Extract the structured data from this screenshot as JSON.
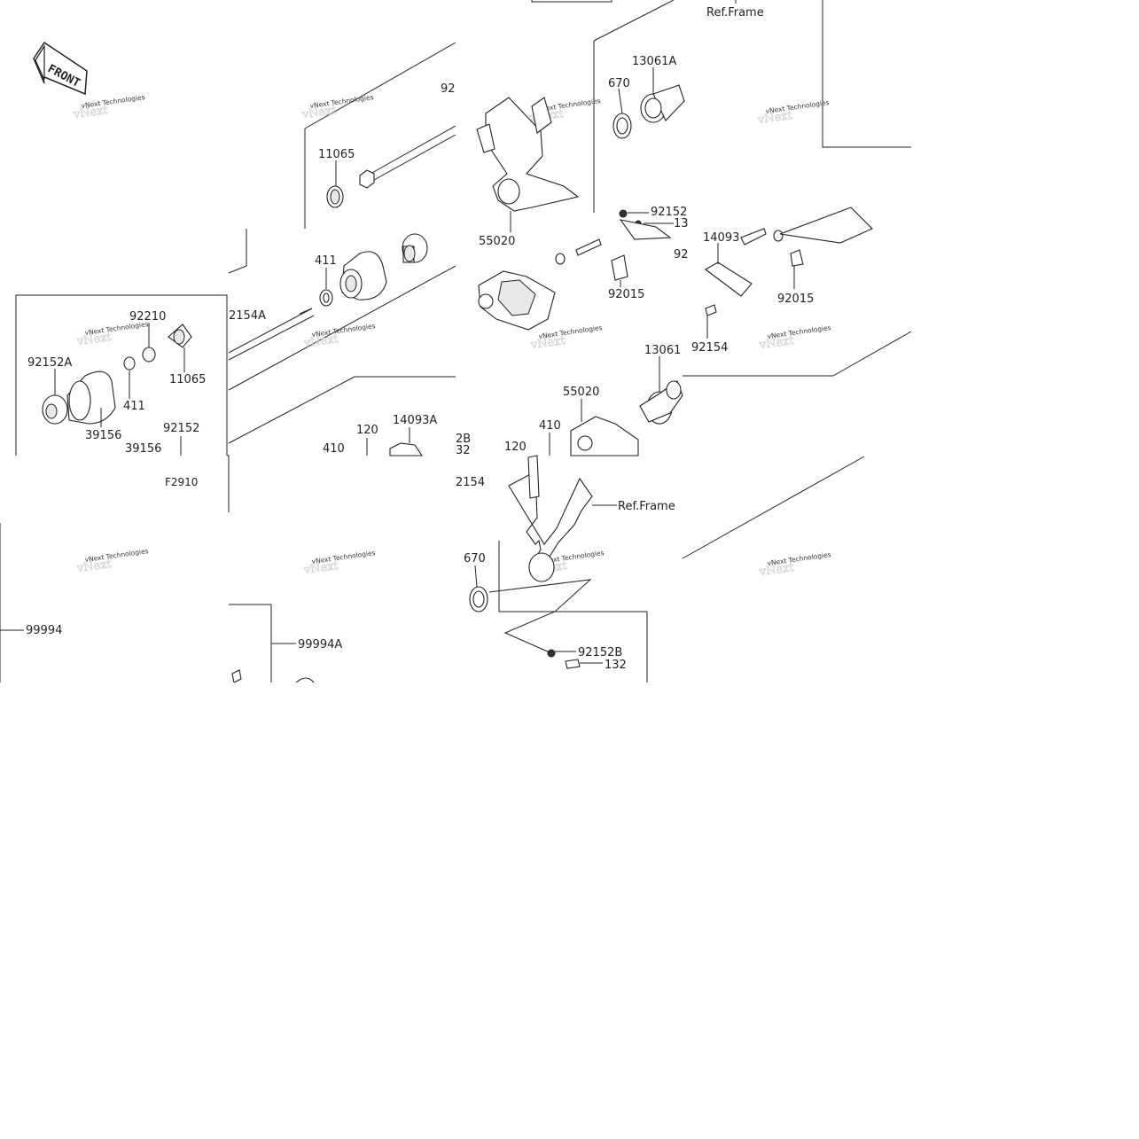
{
  "front_badge": "FRONT",
  "watermark_text": "vNext Technologies",
  "ref_frame_label": "Ref.Frame",
  "labels": {
    "l_13061A": "13061A",
    "l_670_top": "670",
    "l_92_top": "92",
    "l_11065_top": "11065",
    "l_92152_mid": "92152",
    "l_13_cut": "13",
    "l_14093": "14093",
    "l_92_cut": "92",
    "l_55020_top": "55020",
    "l_411_top": "411",
    "l_92015_a": "92015",
    "l_92015_b": "92015",
    "l_92154": "92154",
    "l_2154A": "2154A",
    "l_92210": "92210",
    "l_92152A": "92152A",
    "l_11065_box": "11065",
    "l_411_box": "411",
    "l_39156_a": "39156",
    "l_39156_b": "39156",
    "l_92152_box": "92152",
    "l_F2910": "F2910",
    "l_13061": "13061",
    "l_55020_bot": "55020",
    "l_410_a": "410",
    "l_410_b": "410",
    "l_120_a": "120",
    "l_120_b": "120",
    "l_14093A": "14093A",
    "l_2B": "2B",
    "l_32": "32",
    "l_2154": "2154",
    "l_670_bot": "670",
    "l_99994": "99994",
    "l_99994A": "99994A",
    "l_92152B": "92152B",
    "l_132": "132"
  }
}
